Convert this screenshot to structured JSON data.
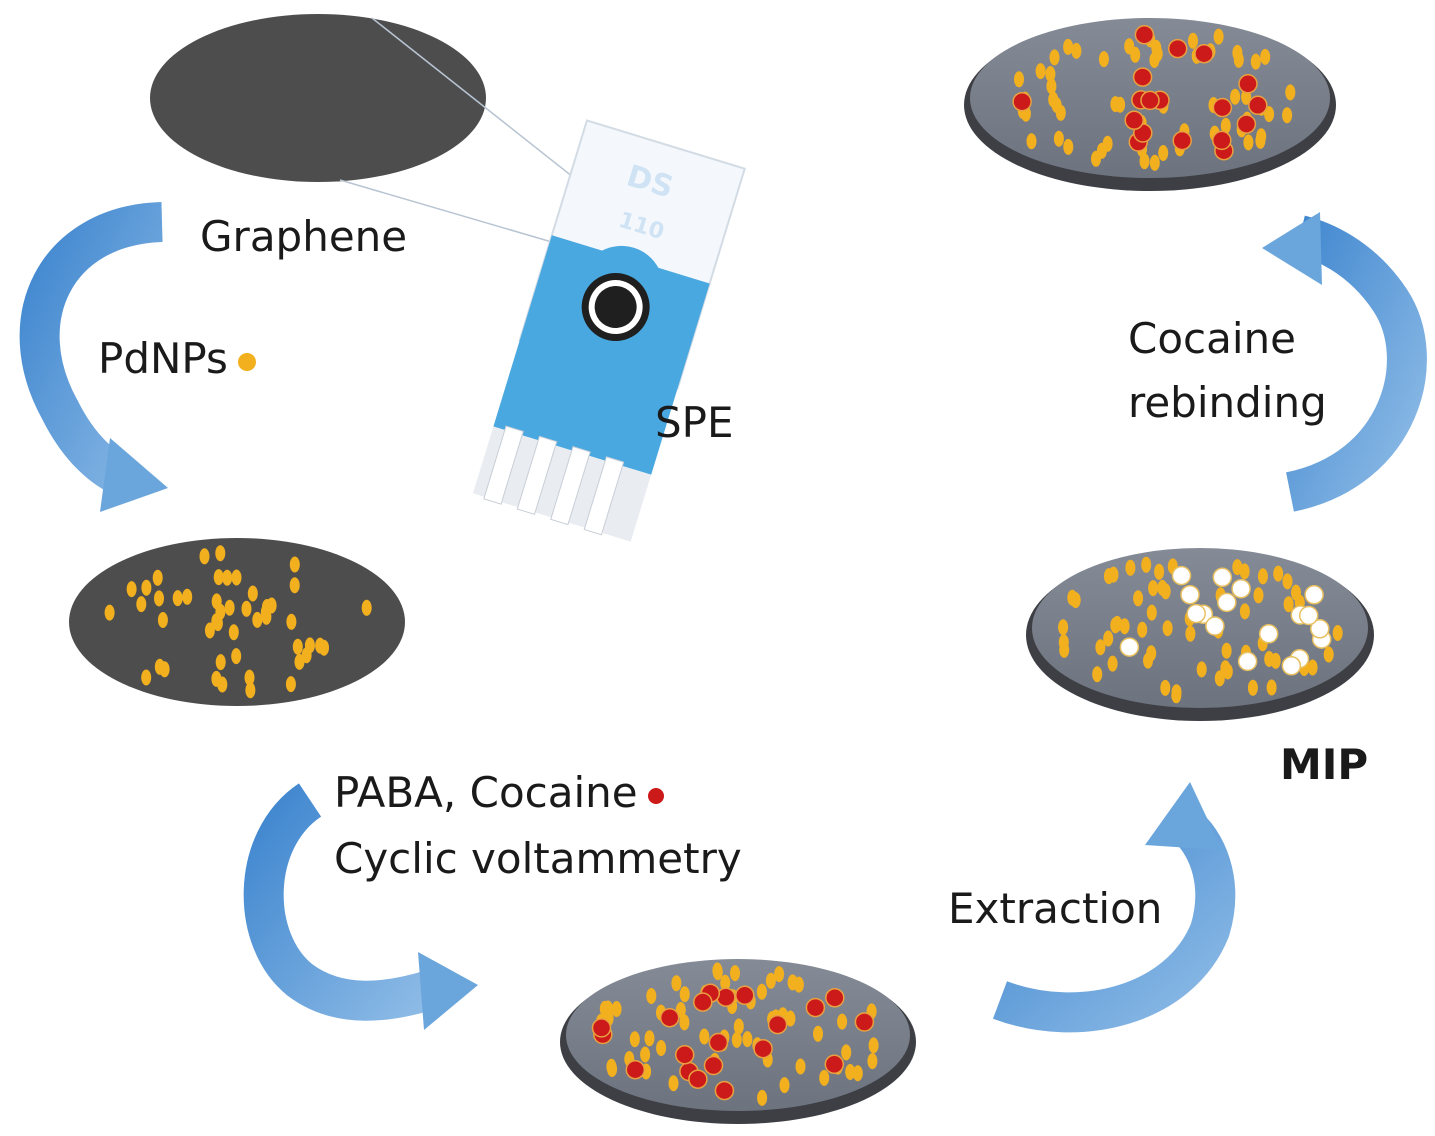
{
  "labels": {
    "graphene": "Graphene",
    "pdnps": "PdNPs",
    "spe": "SPE",
    "paba_cocaine": "PABA, Cocaine",
    "cyclic_voltammetry": "Cyclic voltammetry",
    "extraction": "Extraction",
    "mip": "MIP",
    "cocaine": "Cocaine",
    "rebinding": "rebinding"
  },
  "colors": {
    "graphene": "#4d4d4d",
    "polymer_disc": "#737a86",
    "pdnp": "#f2b01e",
    "cocaine": "#cc1a1a",
    "cavity": "#ffffff",
    "arrow": "#5b9bd5",
    "electrode_body": "#4aa8e0"
  },
  "icons": {
    "pdnp_marker": "yellow-dot-icon",
    "cocaine_marker": "red-dot-icon",
    "electrode": "screen-printed-electrode-icon",
    "process_arrow": "curved-arrow-icon"
  }
}
